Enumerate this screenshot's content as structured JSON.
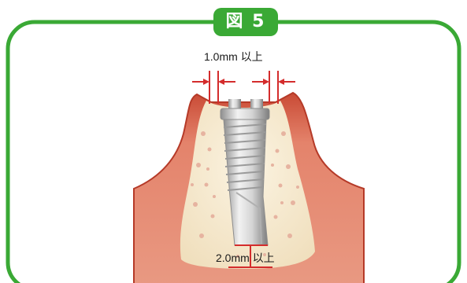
{
  "figure": {
    "badge_label": "図 5"
  },
  "dimensions": {
    "top_label": "1.0mm 以上",
    "bottom_label": "2.0mm 以上"
  },
  "colors": {
    "frame_green": "#3aa935",
    "gum_pink": "#e4836b",
    "gum_dark": "#b53a28",
    "bone_cream": "#f5ead2",
    "bone_speckle": "#e6b3a0",
    "implant_silver": "#c9c9c9",
    "dimension_red": "#d42c2c"
  }
}
